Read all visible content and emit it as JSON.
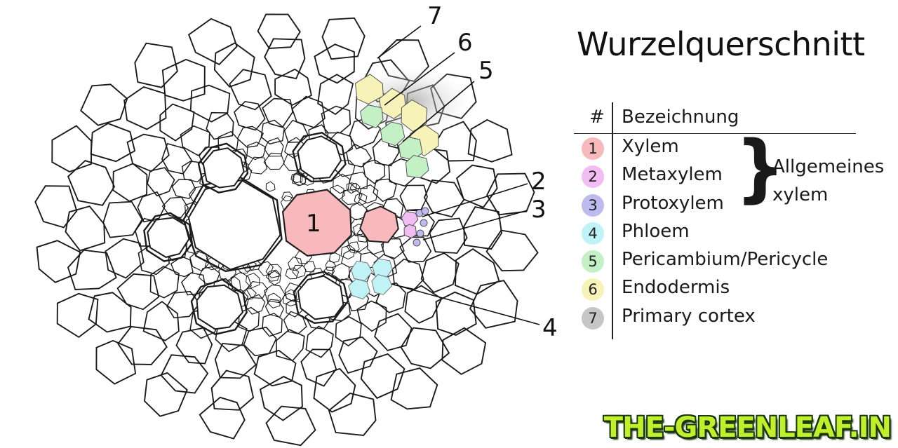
{
  "title": "Wurzelquerschnitt",
  "legend": {
    "col_number": "#",
    "col_name": "Bezeichnung",
    "items": [
      {
        "num": "1",
        "label": "Xylem",
        "color": "#f7b9bb"
      },
      {
        "num": "2",
        "label": "Metaxylem",
        "color": "#f2bdf3"
      },
      {
        "num": "3",
        "label": "Protoxylem",
        "color": "#bcbaef"
      },
      {
        "num": "4",
        "label": "Phloem",
        "color": "#c0f3f5"
      },
      {
        "num": "5",
        "label": "Pericambium/Pericycle",
        "color": "#c4f0c6"
      },
      {
        "num": "6",
        "label": "Endodermis",
        "color": "#f7f3b8"
      },
      {
        "num": "7",
        "label": "Primary cortex",
        "color": "#c6c6c6"
      }
    ],
    "group": {
      "brace": "}",
      "line1": "Allgemeines",
      "line2": "xylem"
    }
  },
  "callouts": [
    "1",
    "2",
    "3",
    "4",
    "5",
    "6",
    "7"
  ],
  "watermark": "THE-GREENLEAF.IN"
}
